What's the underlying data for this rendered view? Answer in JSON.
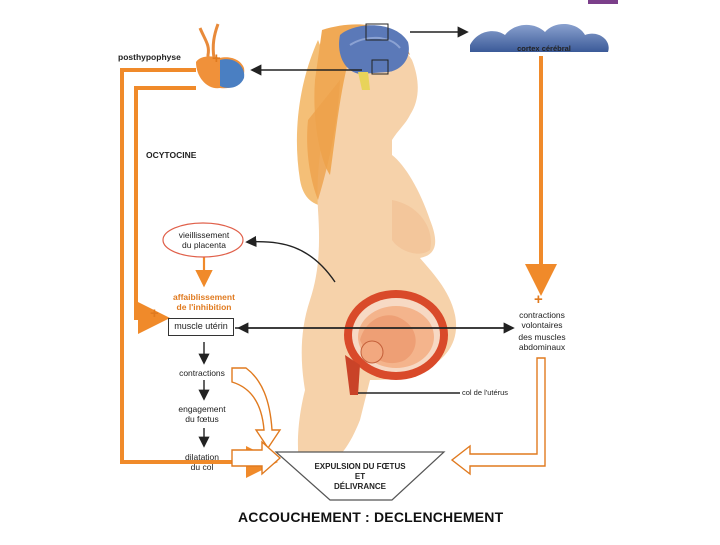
{
  "labels": {
    "posthypophyse": "posthypophyse",
    "ocytocine": "OCYTOCINE",
    "cortex": "cortex cérébral",
    "vieillissement_line1": "vieillissement",
    "vieillissement_line2": "du placenta",
    "affaiblissement_line1": "affaiblissement",
    "affaiblissement_line2": "de l'inhibition",
    "muscle_uterin": "muscle utérin",
    "contractions": "contractions",
    "engagement_line1": "engagement",
    "engagement_line2": "du fœtus",
    "dilatation_line1": "dilatation",
    "dilatation_line2": "du col",
    "col_uterus": "col de l'utérus",
    "contractions_vol_line1": "contractions",
    "contractions_vol_line2": "volontaires",
    "contractions_vol_line3": "des muscles",
    "contractions_vol_line4": "abdominaux",
    "expulsion_line1": "EXPULSION DU FŒTUS",
    "expulsion_line2": "ET",
    "expulsion_line3": "DÉLIVRANCE",
    "plus_sign": "+"
  },
  "caption": "ACCOUCHEMENT : DECLENCHEMENT",
  "colors": {
    "orange": "#f08a2a",
    "skin": "#f6d2aa",
    "hair": "#f3b868",
    "brain": "#5b79b8",
    "cortex": "#5a78b0",
    "uterus": "#d94a2a",
    "fetus": "#f4b48c"
  }
}
